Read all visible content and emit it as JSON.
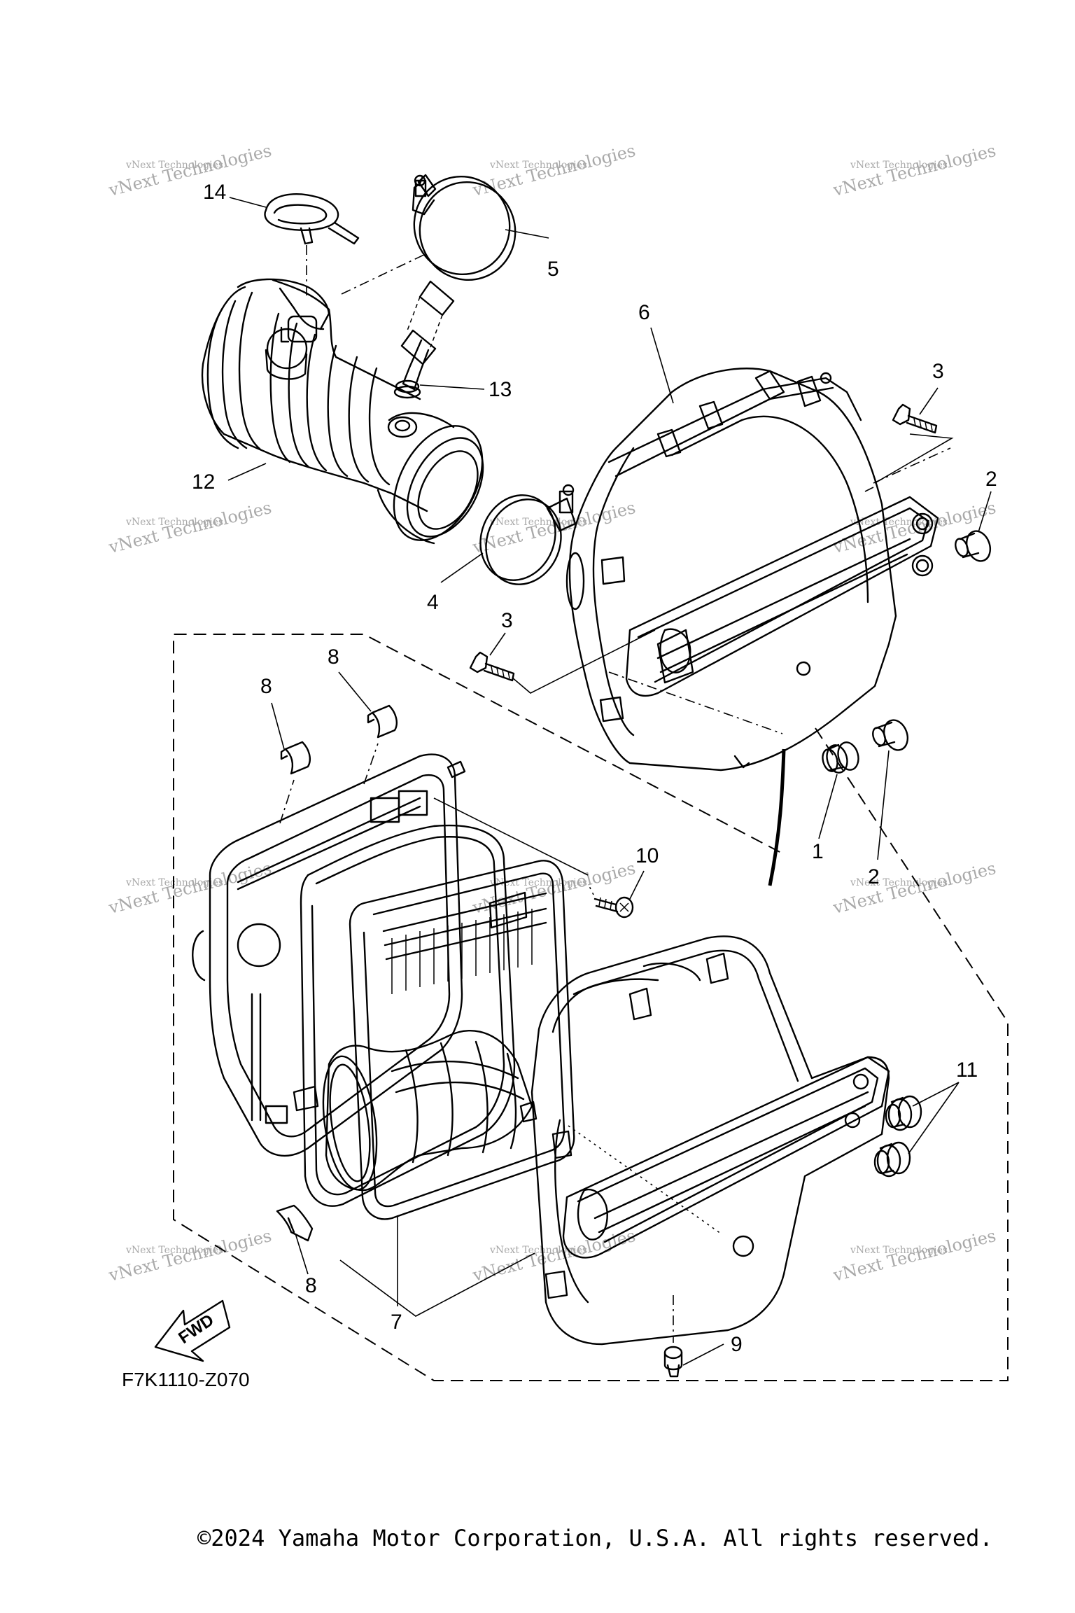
{
  "diagram": {
    "callouts": [
      {
        "id": "c14",
        "text": "14"
      },
      {
        "id": "c5",
        "text": "5"
      },
      {
        "id": "c13",
        "text": "13"
      },
      {
        "id": "c12",
        "text": "12"
      },
      {
        "id": "c6",
        "text": "6"
      },
      {
        "id": "c3a",
        "text": "3"
      },
      {
        "id": "c2a",
        "text": "2"
      },
      {
        "id": "c4",
        "text": "4"
      },
      {
        "id": "c3b",
        "text": "3"
      },
      {
        "id": "c8a",
        "text": "8"
      },
      {
        "id": "c8b",
        "text": "8"
      },
      {
        "id": "c1",
        "text": "1"
      },
      {
        "id": "c2b",
        "text": "2"
      },
      {
        "id": "c10",
        "text": "10"
      },
      {
        "id": "c11",
        "text": "11"
      },
      {
        "id": "c8c",
        "text": "8"
      },
      {
        "id": "c7",
        "text": "7"
      },
      {
        "id": "c9",
        "text": "9"
      }
    ],
    "fwd_label": "FWD",
    "drawing_code": "F7K1110-Z070",
    "watermark": {
      "line1": "vNext Technologies",
      "line2": "vNext Technologies"
    },
    "copyright": "©2024 Yamaha Motor Corporation, U.S.A. All rights reserved."
  }
}
